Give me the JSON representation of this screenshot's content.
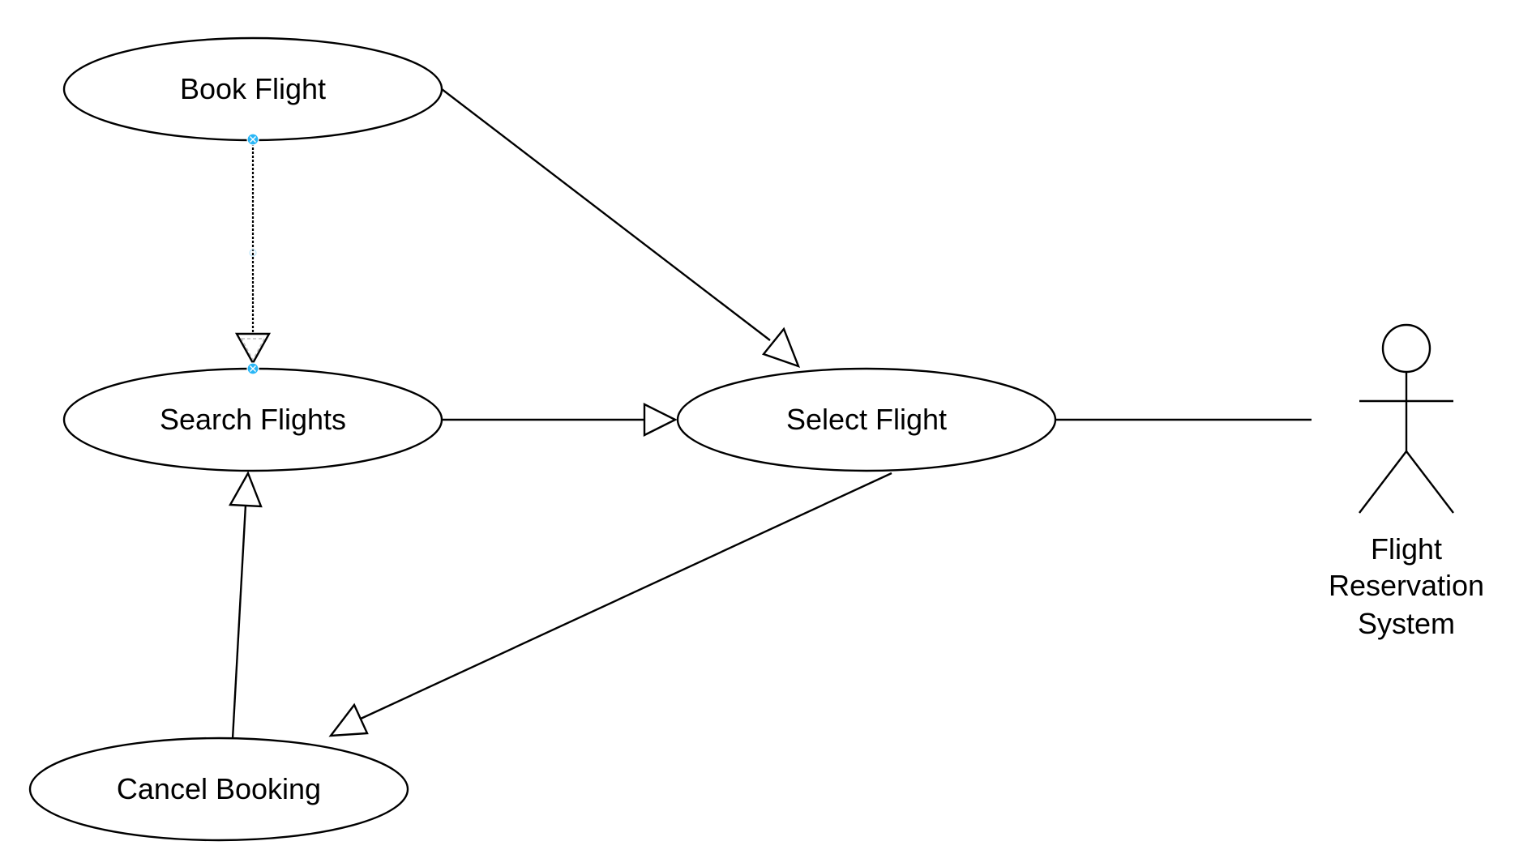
{
  "diagram": {
    "use_cases": {
      "book_flight": "Book Flight",
      "search_flights": "Search Flights",
      "select_flight": "Select Flight",
      "cancel_booking": "Cancel Booking"
    },
    "actor": {
      "label_lines": [
        "Flight",
        "Reservation",
        "System"
      ]
    },
    "colors": {
      "line": "#000000",
      "selection_handle": "#29b6f6",
      "background": "#ffffff"
    }
  }
}
